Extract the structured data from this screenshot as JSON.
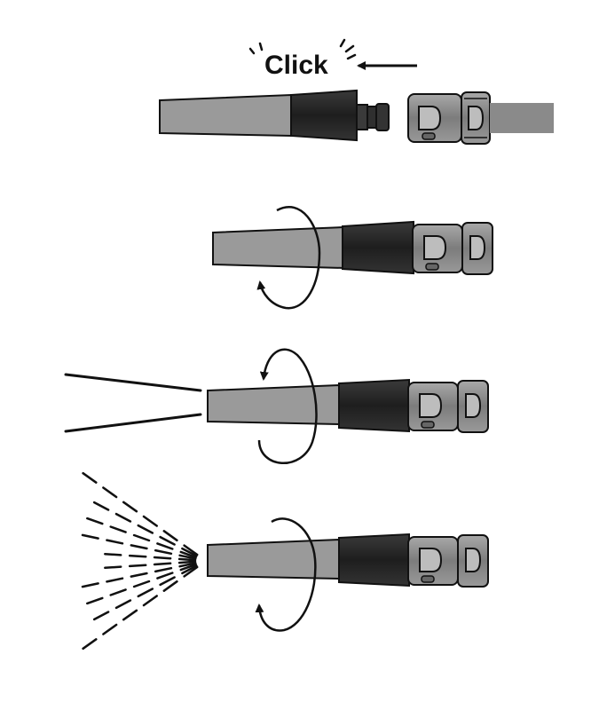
{
  "step1": {
    "click_label": "Click"
  },
  "colors": {
    "nozzle_gray": "#9a9a9a",
    "collar_dark": "#2b2b2b",
    "connector_gray": "#8c8c8c",
    "outline": "#111111",
    "hose_gray": "#8a8a8a"
  },
  "steps": [
    {
      "name": "connect-nozzle",
      "icons": [
        "nozzle",
        "hose-connector",
        "hose",
        "push-arrow",
        "click-sound-marks"
      ]
    },
    {
      "name": "rotate-nozzle",
      "icons": [
        "nozzle",
        "rotate-arrow"
      ]
    },
    {
      "name": "jet-spray",
      "icons": [
        "nozzle",
        "rotate-arrow",
        "jet-lines"
      ]
    },
    {
      "name": "fan-spray",
      "icons": [
        "nozzle",
        "rotate-arrow",
        "spray-dashes"
      ]
    }
  ]
}
